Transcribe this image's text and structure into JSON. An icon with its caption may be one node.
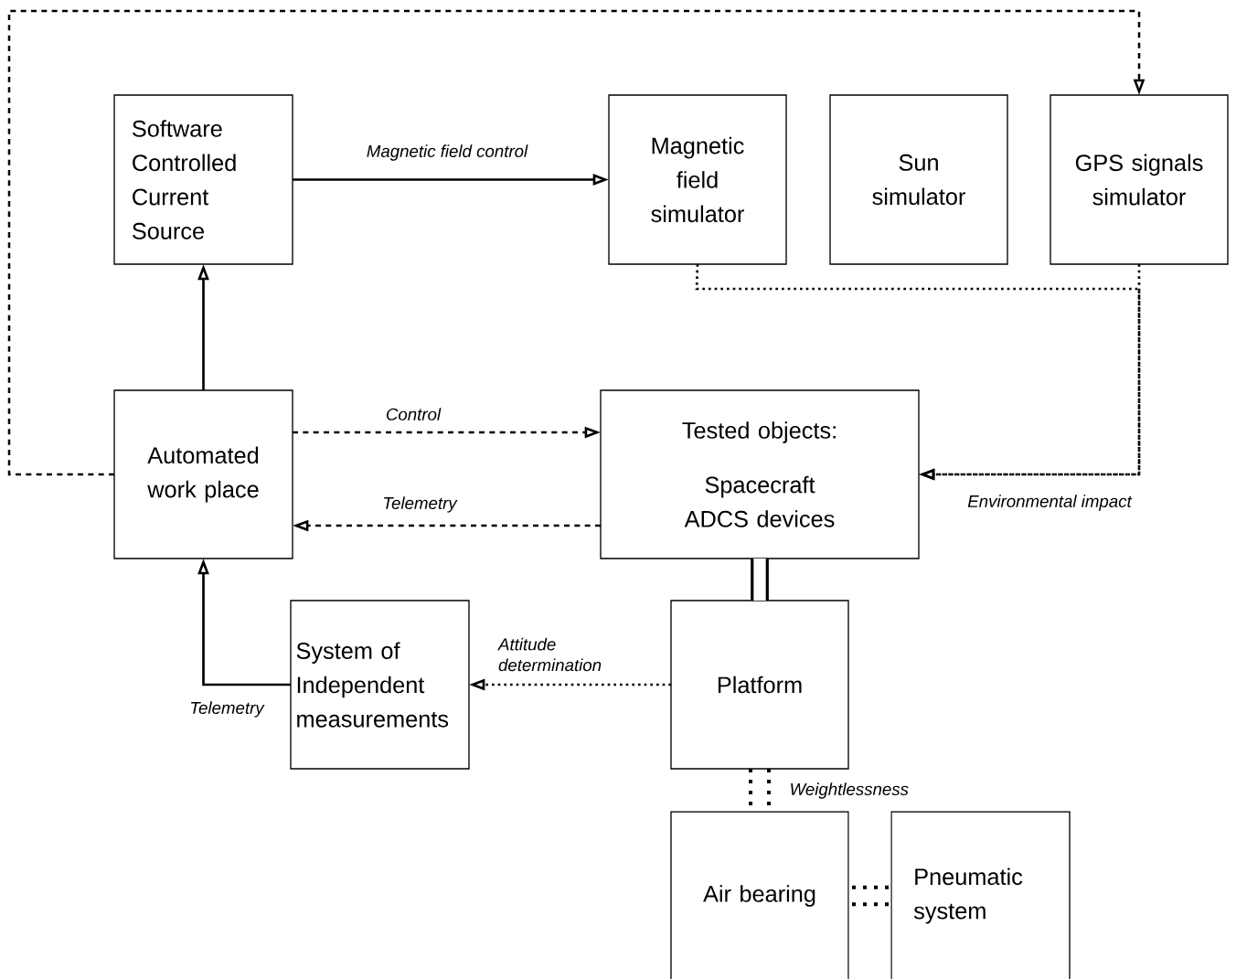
{
  "diagram": {
    "nodes": [
      {
        "text": [
          "Software Controlled Current Source"
        ]
      },
      {
        "text": [
          "Magnetic field simulator"
        ]
      },
      {
        "text": [
          "Sun simulator"
        ]
      },
      {
        "text": [
          "GPS signals simulator"
        ]
      },
      {
        "text": [
          "Automated work place"
        ]
      },
      {
        "text": [
          "Tested objects:",
          "Spacecraft ADCS devices"
        ]
      },
      {
        "text": [
          "System of Independent measurements"
        ]
      },
      {
        "text": [
          "Platform"
        ]
      },
      {
        "text": [
          "Air bearing"
        ]
      },
      {
        "text": [
          "Pneumatic system"
        ]
      }
    ],
    "edges": [
      {
        "from": 0,
        "to": 1,
        "arrow": "to",
        "label": "Magnetic field control"
      },
      {
        "from": 4,
        "to": 0,
        "arrow": "to"
      },
      {
        "from": 4,
        "to": 3,
        "arrow": "to",
        "style": "dashed"
      },
      {
        "from": 4,
        "to": 5,
        "arrow": "to",
        "style": "dashed",
        "label": "Control"
      },
      {
        "from": 5,
        "to": 4,
        "arrow": "to",
        "style": "dashed",
        "label": "Telemetry"
      },
      {
        "from": 1,
        "to": 5,
        "arrow": "to",
        "style": "dashed"
      },
      {
        "from": 3,
        "to": 5,
        "arrow": "to",
        "style": "dashed",
        "label": "Environmental impact"
      },
      {
        "from": 7,
        "to": 6,
        "arrow": "to",
        "style": "dashed",
        "label": "Attitude determination"
      },
      {
        "from": 6,
        "to": 4,
        "arrow": "to",
        "label": "Telemetry"
      },
      {
        "from": 5,
        "to": 7,
        "arrow": "none",
        "style": "thick"
      },
      {
        "from": 7,
        "to": 8,
        "arrow": "none",
        "style": "dashed",
        "label": "Weightlessness"
      },
      {
        "from": 8,
        "to": 9,
        "arrow": "none",
        "style": "dashed"
      }
    ]
  }
}
